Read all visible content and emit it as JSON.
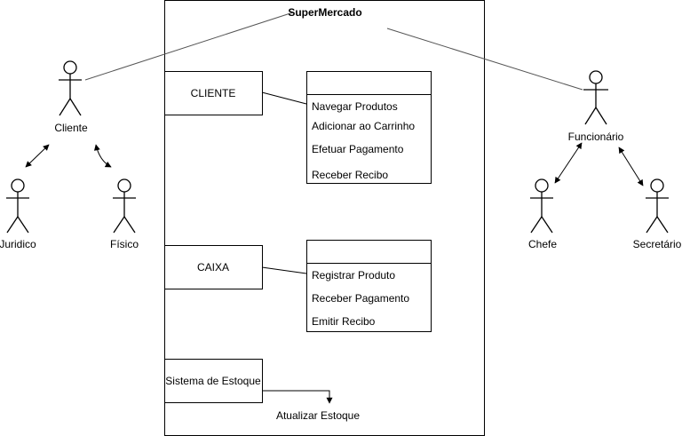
{
  "system": {
    "title": "SuperMercado"
  },
  "actors": {
    "cliente": "Cliente",
    "juridico": "Juridico",
    "fisico": "Físico",
    "funcionario": "Funcionário",
    "chefe": "Chefe",
    "secretario": "Secretário"
  },
  "cliente_block": {
    "name": "CLIENTE",
    "operations": [
      "Navegar Produtos",
      "Adicionar ao Carrinho",
      "Efetuar Pagamento",
      "Receber Recibo"
    ]
  },
  "caixa_block": {
    "name": "CAIXA",
    "operations": [
      "Registrar Produto",
      "Receber Pagamento",
      "Emitir Recibo"
    ]
  },
  "estoque_block": {
    "name": "Sistema de Estoque",
    "action": "Atualizar Estoque"
  }
}
